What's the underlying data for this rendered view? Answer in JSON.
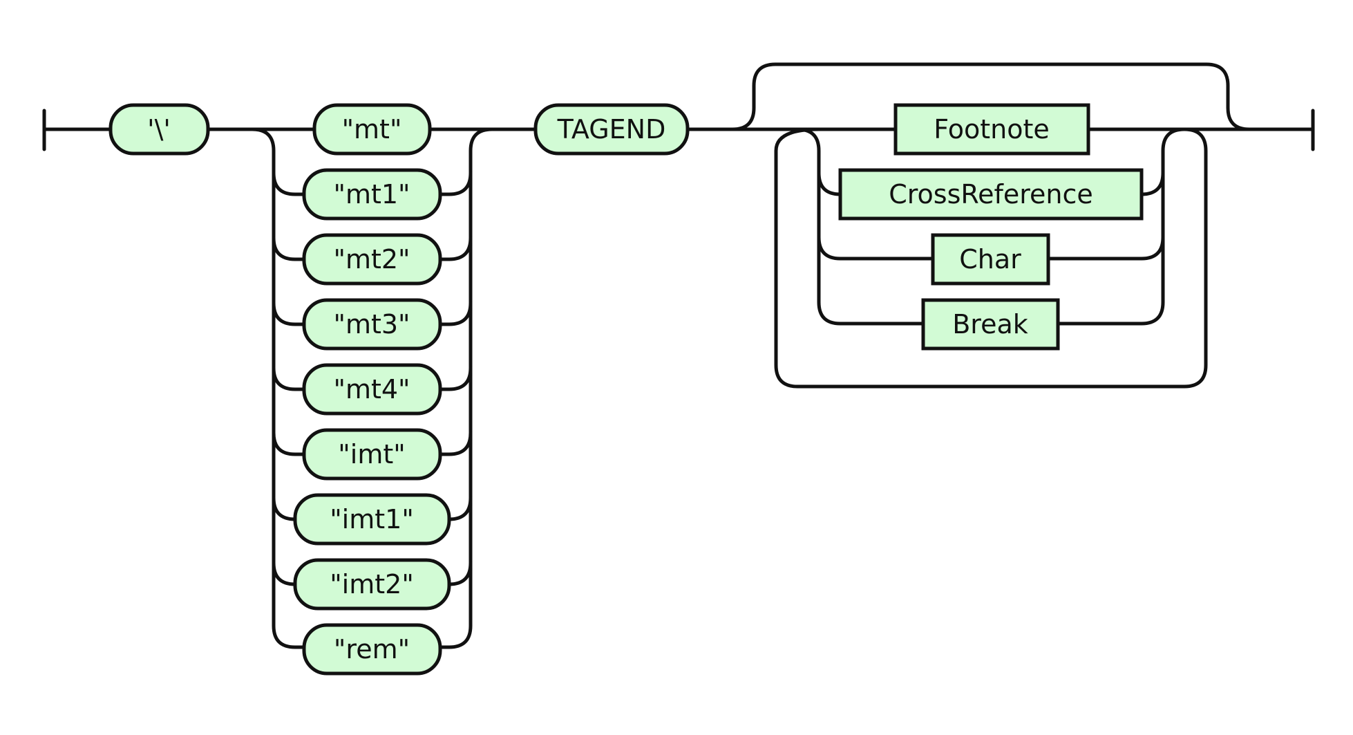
{
  "colors": {
    "node_fill": "#d2fbd5",
    "line": "#111111",
    "background": "#ffffff"
  },
  "nodes": {
    "backslash": "'\\'",
    "mt": "\"mt\"",
    "mt1": "\"mt1\"",
    "mt2": "\"mt2\"",
    "mt3": "\"mt3\"",
    "mt4": "\"mt4\"",
    "imt": "\"imt\"",
    "imt1": "\"imt1\"",
    "imt2": "\"imt2\"",
    "rem": "\"rem\"",
    "tagend": "TAGEND",
    "footnote": "Footnote",
    "crossreference": "CrossReference",
    "char": "Char",
    "break": "Break"
  }
}
